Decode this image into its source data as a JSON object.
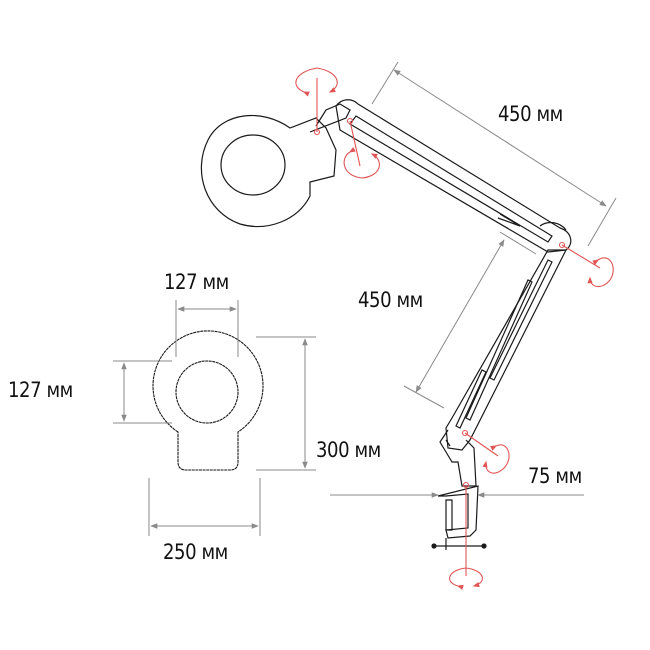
{
  "diagram": {
    "subject": "magnifier lamp with articulated arm and clamp",
    "colors": {
      "outline": "#1a1a1a",
      "dimension_line": "#8a8a8a",
      "rotation_marker": "#e05555",
      "background": "#ffffff"
    },
    "dimensions": {
      "upper_arm": "450 мм",
      "lower_arm": "450 мм",
      "lens_width": "127 мм",
      "lens_height": "127 мм",
      "head_height": "300 мм",
      "head_width": "250 мм",
      "clamp_opening": "75 мм"
    },
    "rotation_points": [
      {
        "id": "head-vertical-axis"
      },
      {
        "id": "head-tilt-joint"
      },
      {
        "id": "elbow-joint"
      },
      {
        "id": "lower-arm-joint"
      },
      {
        "id": "base-swivel"
      }
    ]
  }
}
